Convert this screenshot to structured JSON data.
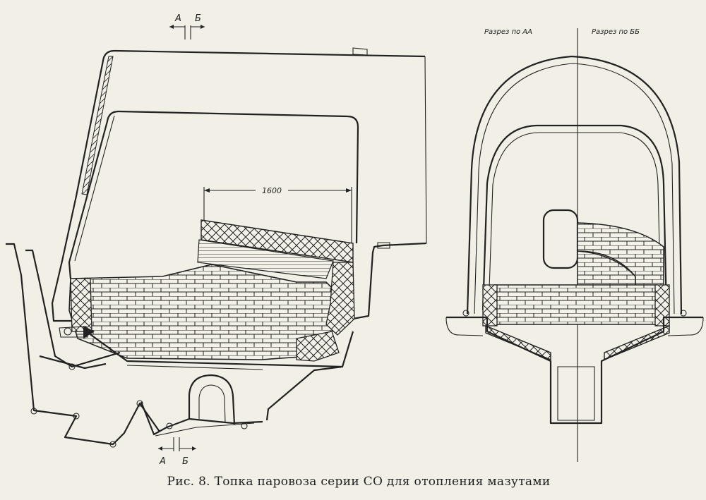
{
  "figure": {
    "caption": "Рис. 8. Топка паровоза серии СО для отопления мазутами",
    "dimension": "1600",
    "section_labels": {
      "top_left": "А",
      "top_right": "Б",
      "bottom_left": "А",
      "bottom_right": "Б"
    },
    "cross_section": {
      "left_title": "Разрез по АА",
      "right_title": "Разрез по ББ"
    }
  }
}
